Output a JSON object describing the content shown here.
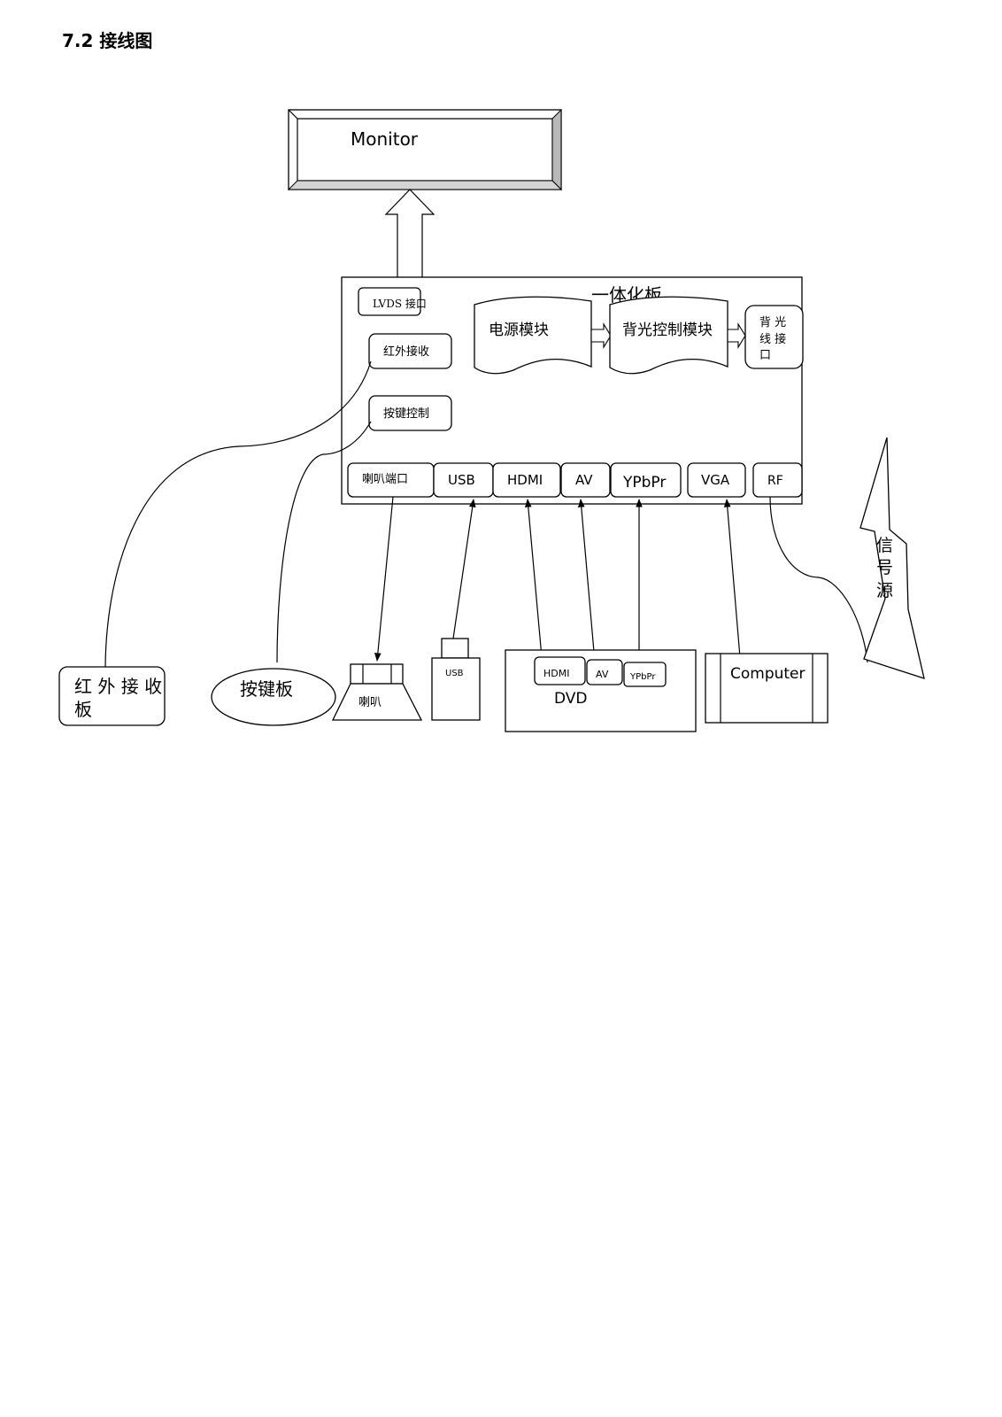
{
  "heading": "7.2 接线图",
  "labels": {
    "monitor": "Monitor",
    "board": "一体化板",
    "lvds": "LVDS 接口",
    "ir_recv": "红外接收",
    "key_ctrl": "按键控制",
    "power_module": "电源模块",
    "backlight_module": "背光控制模块",
    "backlight_port": [
      "背 光",
      "线 接",
      "口"
    ],
    "ports": {
      "speaker_port": "喇叭端口",
      "usb": "USB",
      "hdmi": "HDMI",
      "av": "AV",
      "ypbpr": "YPbPr",
      "vga": "VGA",
      "rf": "RF"
    },
    "ir_board": [
      "红 外 接 收",
      "板"
    ],
    "key_board": "按键板",
    "speaker": "喇叭",
    "usb_device": "USB",
    "dvd": "DVD",
    "dvd_ports": {
      "hdmi": "HDMI",
      "av": "AV",
      "ypbpr": "YPbPr"
    },
    "computer": "Computer",
    "signal_source": [
      "信",
      "号",
      "源"
    ]
  }
}
